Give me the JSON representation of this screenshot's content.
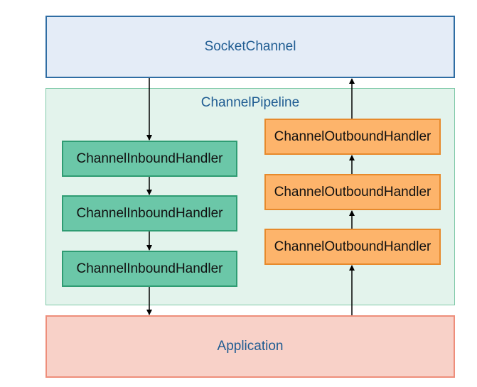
{
  "diagram": {
    "socket_channel": "SocketChannel",
    "channel_pipeline": "ChannelPipeline",
    "application": "Application",
    "inbound_handlers": [
      "ChannelInboundHandler",
      "ChannelInboundHandler",
      "ChannelInboundHandler"
    ],
    "outbound_handlers": [
      "ChannelOutboundHandler",
      "ChannelOutboundHandler",
      "ChannelOutboundHandler"
    ]
  },
  "colors": {
    "socket_fill": "#e4ecf7",
    "socket_border": "#2f6da3",
    "pipeline_fill": "#e3f3ec",
    "pipeline_border": "#7fc9a8",
    "application_fill": "#f8d1c8",
    "application_border": "#ee8e7b",
    "inbound_fill": "#6bc7a8",
    "inbound_border": "#2f9c73",
    "outbound_fill": "#fdb46b",
    "outbound_border": "#e78a2c",
    "label_text": "#1f5c92",
    "arrow": "#000000"
  }
}
